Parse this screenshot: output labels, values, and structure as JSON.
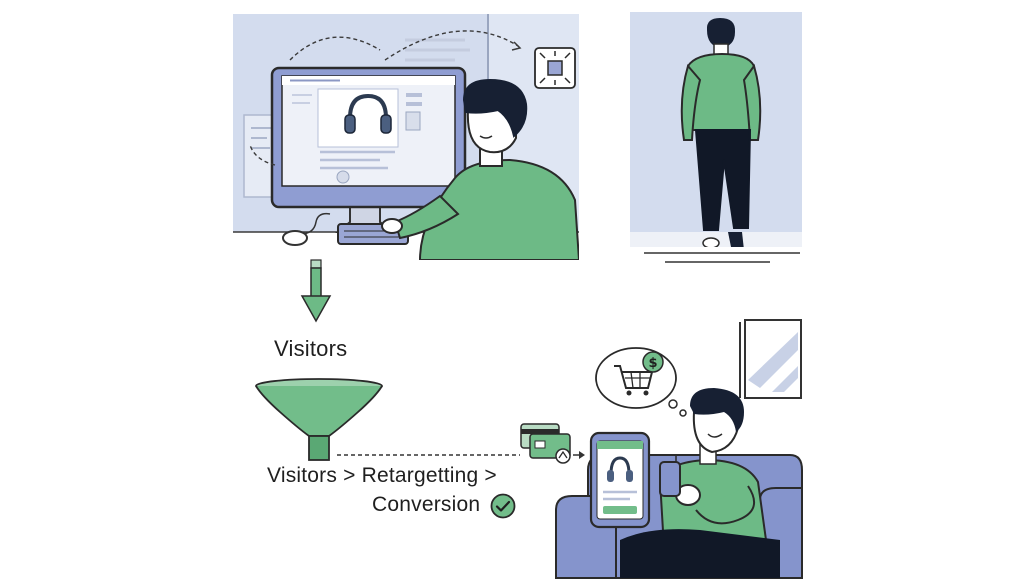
{
  "labels": {
    "visitors_heading": "Visitors",
    "flow_line_1": "Visitors > Retargetting >",
    "flow_line_2": "Conversion"
  },
  "icons": {
    "funnel": "funnel-icon",
    "down_arrow": "down-arrow-icon",
    "cart_bubble": "shopping-cart-dollar-icon",
    "payment_cards": "payment-card-icon",
    "conversion_check": "check-circle-icon",
    "pixel_tracker": "tracking-pixel-icon"
  },
  "colors": {
    "accent_green": "#72bd8a",
    "dark_green": "#3f8f5c",
    "panel_blue": "#d3dcee",
    "sofa_blue": "#8594cc",
    "ink": "#1f1f1f"
  }
}
